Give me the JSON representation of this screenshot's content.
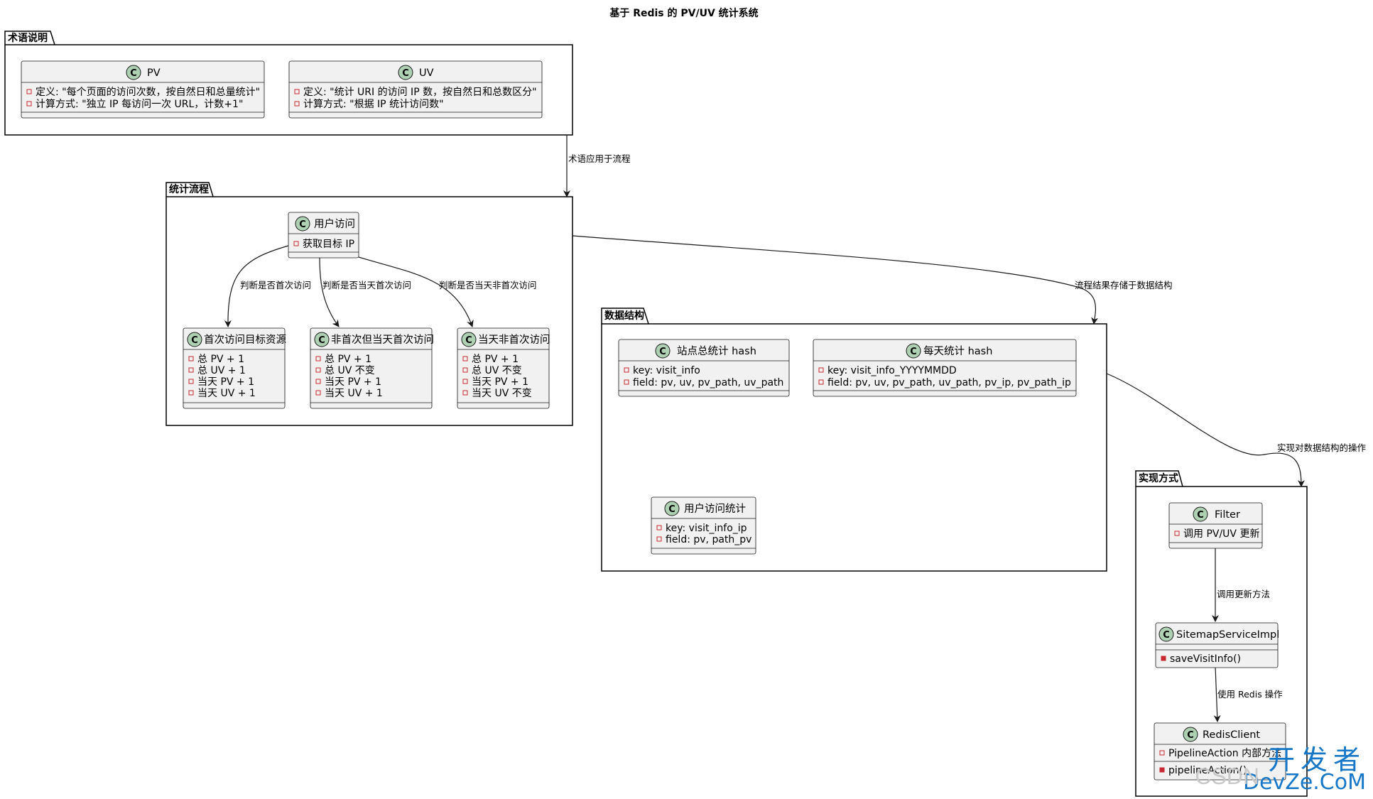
{
  "title": "基于 Redis 的 PV/UV 统计系统",
  "packages": {
    "terms": "术语说明",
    "flow": "统计流程",
    "data": "数据结构",
    "impl": "实现方式"
  },
  "classes": {
    "pv": {
      "name": "PV",
      "attrs": [
        "定义: \"每个页面的访问次数，按自然日和总量统计\"",
        "计算方式: \"独立 IP 每访问一次 URL，计数+1\""
      ]
    },
    "uv": {
      "name": "UV",
      "attrs": [
        "定义: \"统计 URI 的访问 IP 数，按自然日和总数区分\"",
        "计算方式: \"根据 IP 统计访问数\""
      ]
    },
    "user_visit": {
      "name": "用户访问",
      "attrs": [
        "获取目标 IP"
      ]
    },
    "first_visit": {
      "name": "首次访问目标资源",
      "attrs": [
        "总 PV + 1",
        "总 UV + 1",
        "当天 PV + 1",
        "当天 UV + 1"
      ]
    },
    "first_today": {
      "name": "非首次但当天首次访问",
      "attrs": [
        "总 PV + 1",
        "总 UV 不变",
        "当天 PV + 1",
        "当天 UV + 1"
      ]
    },
    "repeat_today": {
      "name": "当天非首次访问",
      "attrs": [
        "总 PV + 1",
        "总 UV 不变",
        "当天 PV + 1",
        "当天 UV 不变"
      ]
    },
    "site_hash": {
      "name": "站点总统计 hash",
      "attrs": [
        "key: visit_info",
        "field: pv, uv, pv_path, uv_path"
      ]
    },
    "daily_hash": {
      "name": "每天统计 hash",
      "attrs": [
        "key: visit_info_YYYYMMDD",
        "field: pv, uv, pv_path, uv_path, pv_ip, pv_path_ip"
      ]
    },
    "user_stats": {
      "name": "用户访问统计",
      "attrs": [
        "key: visit_info_ip",
        "field: pv, path_pv"
      ]
    },
    "filter": {
      "name": "Filter",
      "attrs": [
        "调用 PV/UV 更新"
      ]
    },
    "sitemap": {
      "name": "SitemapServiceImpl",
      "methods": [
        "saveVisitInfo()"
      ]
    },
    "redis": {
      "name": "RedisClient",
      "attrs": [
        "PipelineAction 内部方法"
      ],
      "methods": [
        "pipelineAction()"
      ]
    }
  },
  "edges": {
    "terms_to_flow": "术语应用于流程",
    "judge_first": "判断是否首次访问",
    "judge_first_today": "判断是否当天首次访问",
    "judge_repeat_today": "判断是否当天非首次访问",
    "flow_to_data": "流程结果存储于数据结构",
    "data_to_impl": "实现对数据结构的操作",
    "filter_to_sitemap": "调用更新方法",
    "sitemap_to_redis": "使用 Redis 操作"
  },
  "watermark": {
    "cn": "开发者",
    "en": "DevZe.CoM",
    "csdn": "CSDN"
  },
  "colors": {
    "class_fill": "#f1f1f1",
    "class_border": "#181818",
    "circle_fill": "#add1b2",
    "private_marker": "#c82930",
    "watermark_blue": "#1677c9"
  }
}
